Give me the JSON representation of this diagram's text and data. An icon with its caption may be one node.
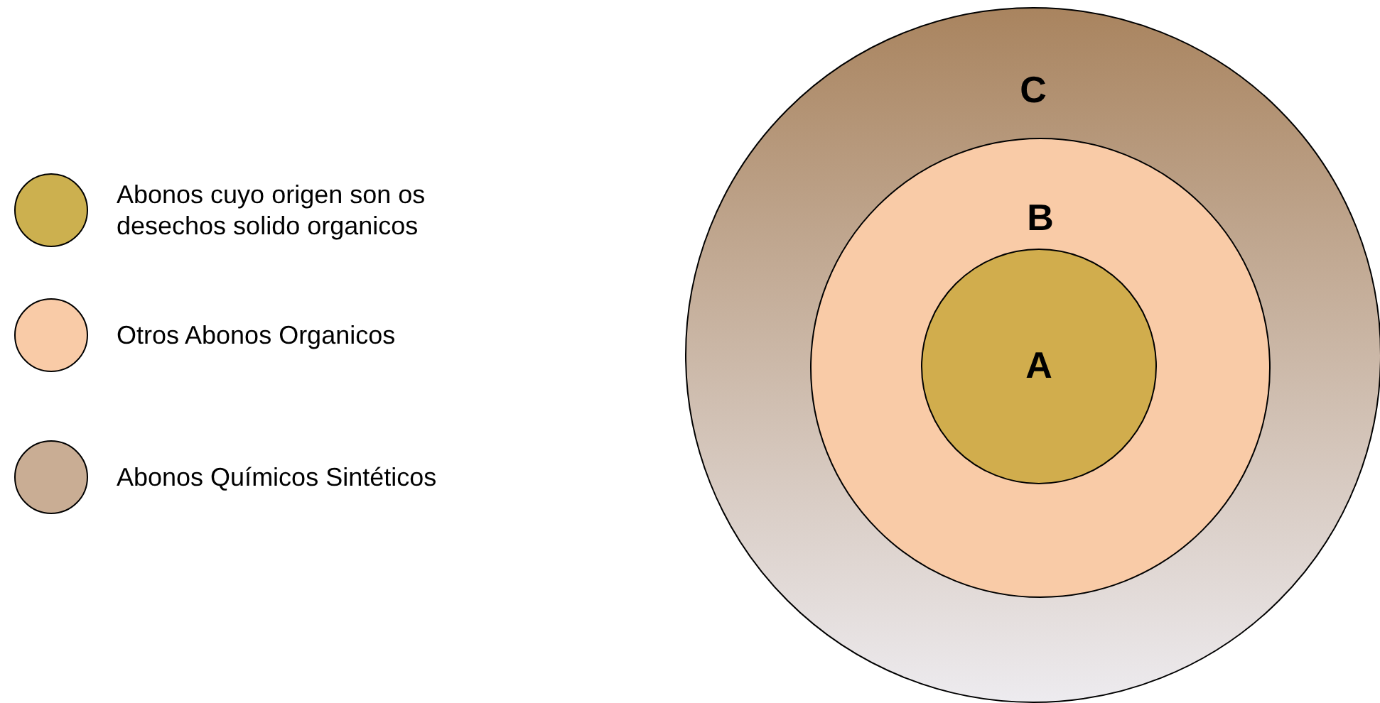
{
  "diagram": {
    "nodes": [
      {
        "text": [
          "C"
        ]
      },
      {
        "text": [
          "B"
        ],
        "in": 0
      },
      {
        "text": [
          "A"
        ],
        "in": 1
      }
    ],
    "legend": [
      {
        "text": "Abonos cuyo origen son os desechos solido organicos",
        "color": "#ccb04f"
      },
      {
        "text": "Otros Abonos Organicos",
        "color": "#f9cba7"
      },
      {
        "text": "Abonos Químicos Sintéticos",
        "color": "#c9ad94"
      }
    ]
  }
}
